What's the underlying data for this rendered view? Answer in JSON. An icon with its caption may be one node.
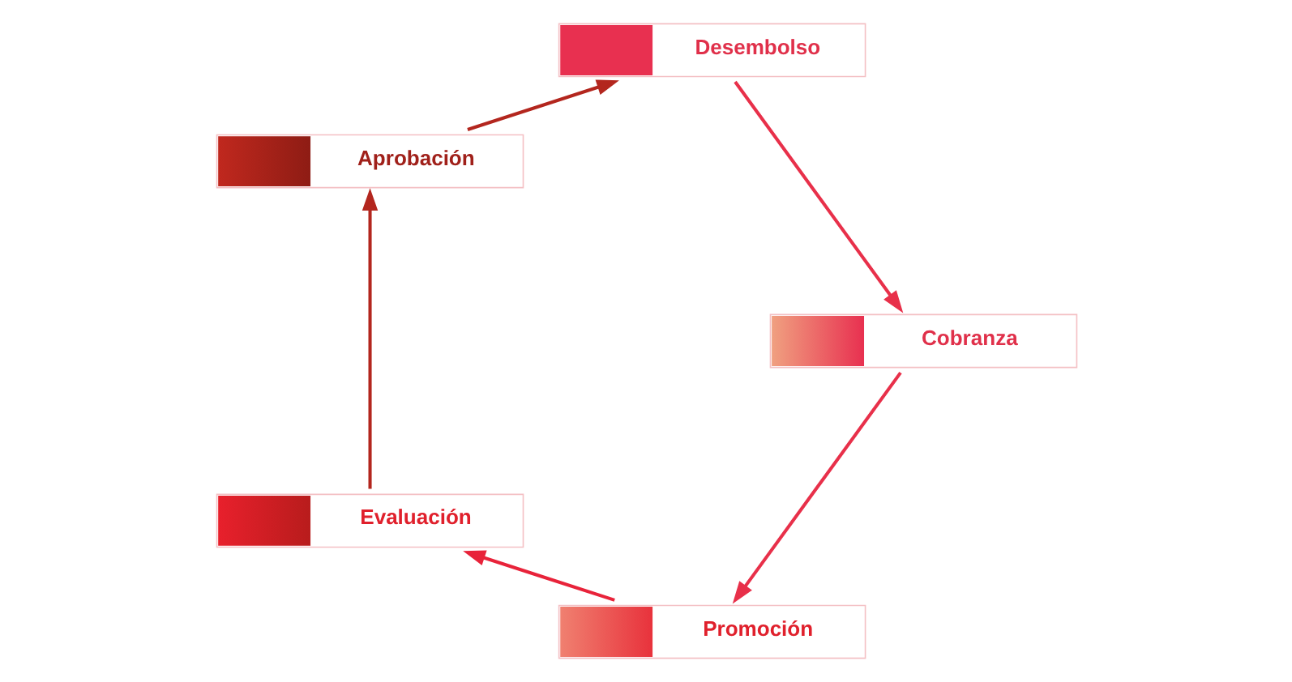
{
  "diagram": {
    "nodes": [
      {
        "text": [
          "Promoción"
        ]
      },
      {
        "text": [
          "Evaluación"
        ]
      },
      {
        "text": [
          "Aprobación"
        ]
      },
      {
        "text": [
          "Desembolso"
        ]
      },
      {
        "text": [
          "Cobranza"
        ]
      }
    ],
    "edges": [
      {
        "from": 0,
        "to": 1,
        "arrow": "to"
      },
      {
        "from": 1,
        "to": 2,
        "arrow": "to"
      },
      {
        "from": 2,
        "to": 3,
        "arrow": "to"
      },
      {
        "from": 3,
        "to": 4,
        "arrow": "to"
      },
      {
        "from": 4,
        "to": 0,
        "arrow": "to"
      }
    ]
  }
}
